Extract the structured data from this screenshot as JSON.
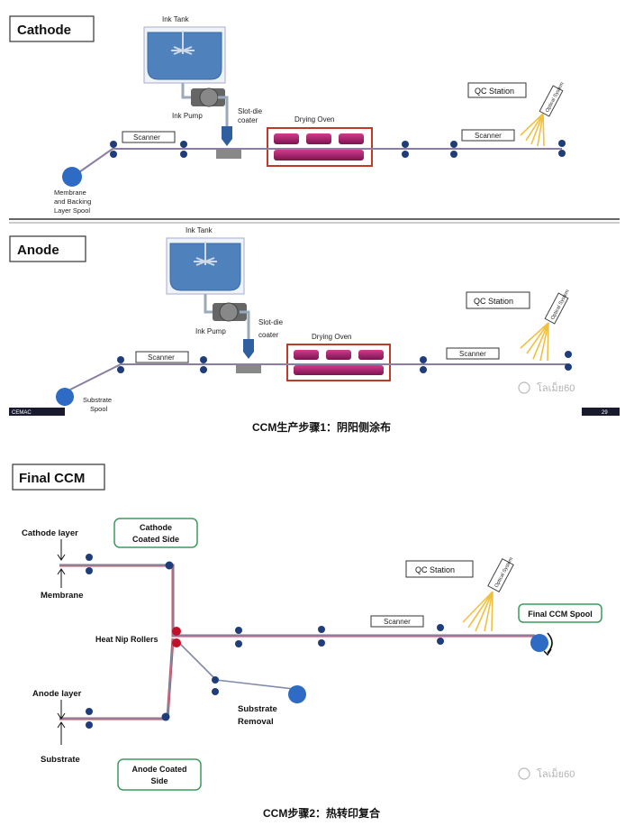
{
  "cathode": {
    "title": "Cathode",
    "ink_tank": "Ink Tank",
    "ink_pump": "Ink Pump",
    "slot_die_1": "Slot-die",
    "slot_die_2": "coater",
    "drying_oven": "Drying Oven",
    "scanner_left": "Scanner",
    "scanner_right": "Scanner",
    "qc_station": "QC Station",
    "optical": "Optical System",
    "spool_1": "Membrane",
    "spool_2": "and Backing",
    "spool_3": "Layer Spool"
  },
  "anode": {
    "title": "Anode",
    "ink_tank": "Ink Tank",
    "ink_pump": "Ink Pump",
    "slot_die_1": "Slot-die",
    "slot_die_2": "coater",
    "drying_oven": "Drying Oven",
    "scanner_left": "Scanner",
    "scanner_right": "Scanner",
    "qc_station": "QC Station",
    "optical": "Optical System",
    "spool_1": "Substrate",
    "spool_2": "Spool",
    "footer_left": "CEMAC",
    "footer_right": "29"
  },
  "caption_1": "CCM生产步骤1：阴阳侧涂布",
  "final": {
    "title": "Final CCM",
    "cathode_layer": "Cathode layer",
    "membrane": "Membrane",
    "cathode_coated_1": "Cathode",
    "cathode_coated_2": "Coated Side",
    "heat_nip": "Heat Nip Rollers",
    "anode_layer": "Anode layer",
    "substrate": "Substrate",
    "anode_coated_1": "Anode Coated",
    "anode_coated_2": "Side",
    "substrate_removal_1": "Substrate",
    "substrate_removal_2": "Removal",
    "qc_station": "QC Station",
    "scanner": "Scanner",
    "optical": "Optical System",
    "final_spool": "Final CCM Spool"
  },
  "caption_2": "CCM步骤2：热转印复合",
  "watermark_1": "โลเม็ย60",
  "watermark_2": "โลเม็ย60",
  "colors": {
    "roller": "#1f3d7a",
    "tank": "#4f81bd",
    "oven_border": "#c0392b",
    "oven_bar": "#a0205e",
    "web": "#8899bb",
    "heat_roller": "#c0102a",
    "label_green_border": "#3c9a5f"
  }
}
